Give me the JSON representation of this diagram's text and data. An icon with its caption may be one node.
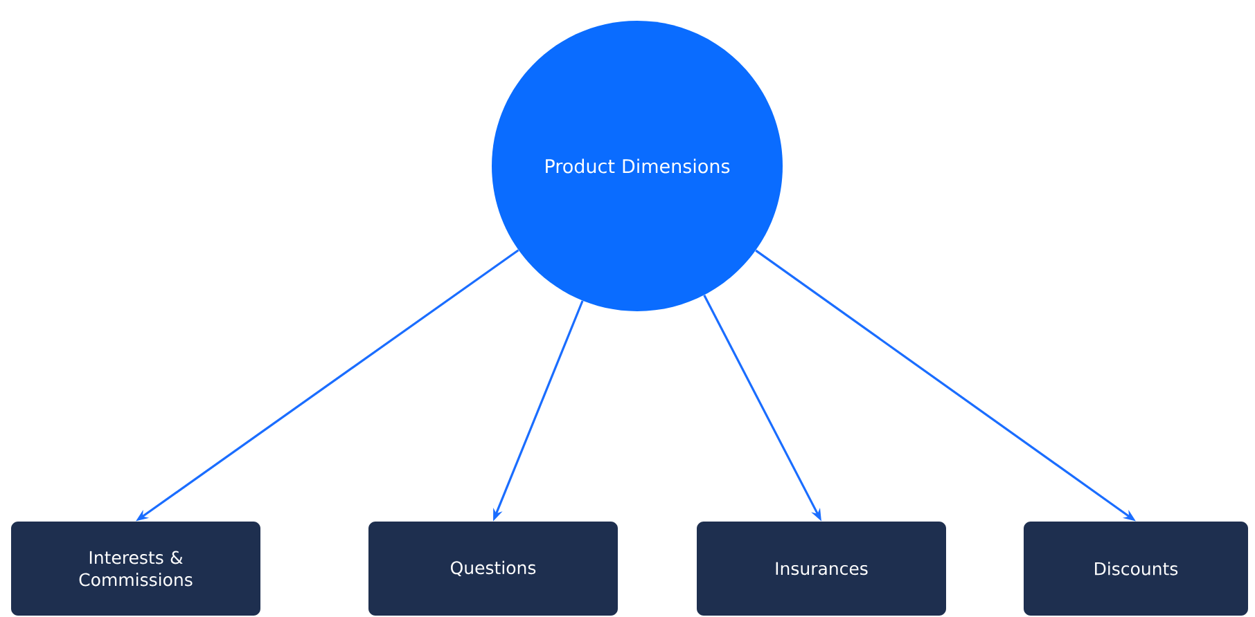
{
  "diagram": {
    "nodes": [
      {
        "text": [
          "Product Dimensions"
        ]
      },
      {
        "text": [
          "Interests & Commissions"
        ]
      },
      {
        "text": [
          "Questions"
        ]
      },
      {
        "text": [
          "Insurances"
        ]
      },
      {
        "text": [
          "Discounts"
        ]
      }
    ],
    "edges": [
      {
        "from": 0,
        "to": 1,
        "arrow": "to"
      },
      {
        "from": 0,
        "to": 2,
        "arrow": "to"
      },
      {
        "from": 0,
        "to": 3,
        "arrow": "to"
      },
      {
        "from": 0,
        "to": 4,
        "arrow": "to"
      }
    ]
  }
}
